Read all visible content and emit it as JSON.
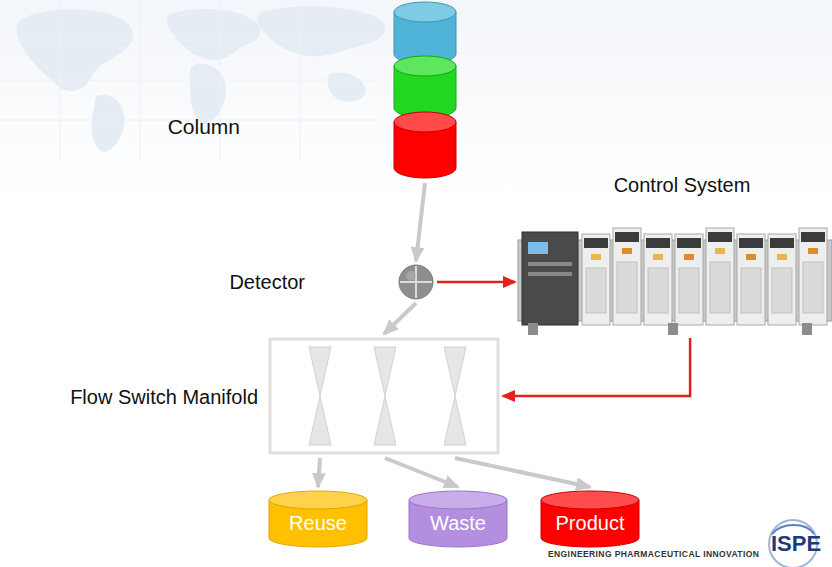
{
  "diagram": {
    "nodes": [
      {
        "text": [
          "Column"
        ]
      },
      {
        "text": [
          "Detector"
        ]
      },
      {
        "text": [
          "Flow Switch Manifold"
        ]
      },
      {
        "text": [
          "Control System"
        ]
      },
      {
        "text": [
          "Reuse"
        ]
      },
      {
        "text": [
          "Waste"
        ]
      },
      {
        "text": [
          "Product"
        ]
      }
    ],
    "edges": [
      {
        "from": 0,
        "to": 1,
        "arrow": "to"
      },
      {
        "from": 1,
        "to": 2,
        "arrow": "to"
      },
      {
        "from": 1,
        "to": 3,
        "arrow": "to"
      },
      {
        "from": 3,
        "to": 2,
        "arrow": "to"
      },
      {
        "from": 2,
        "to": 4,
        "arrow": "to"
      },
      {
        "from": 2,
        "to": 5,
        "arrow": "to"
      },
      {
        "from": 2,
        "to": 6,
        "arrow": "to"
      }
    ],
    "labels": [
      "ENGINEERING PHARMACEUTICAL INNOVATION",
      "ISPE"
    ]
  }
}
